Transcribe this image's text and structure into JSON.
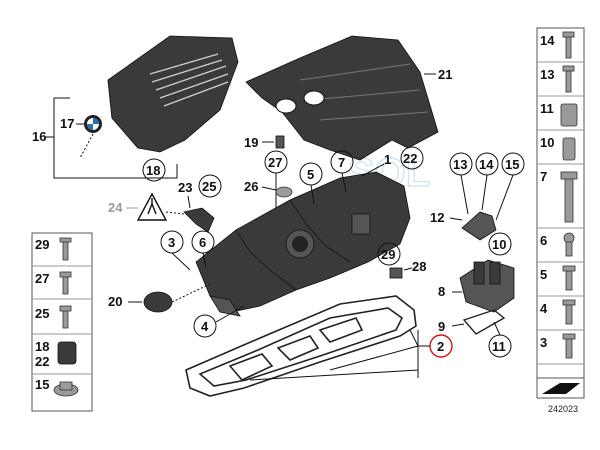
{
  "diagram": {
    "reference_number": "242023",
    "watermark": "SOL",
    "callouts": {
      "c1": "1",
      "c2": "2",
      "c3": "3",
      "c4": "4",
      "c5": "5",
      "c6": "6",
      "c7": "7",
      "c8": "8",
      "c9": "9",
      "c10": "10",
      "c11": "11",
      "c12": "12",
      "c13": "13",
      "c14": "14",
      "c15": "15",
      "c16": "16",
      "c17": "17",
      "c18": "18",
      "c19": "19",
      "c20": "20",
      "c21": "21",
      "c22": "22",
      "c23": "23",
      "c24": "24",
      "c25": "25",
      "c26": "26",
      "c27": "27",
      "c28": "28",
      "c29": "29"
    },
    "right_column": [
      {
        "label": "14"
      },
      {
        "label": "13"
      },
      {
        "label": "11"
      },
      {
        "label": "10"
      },
      {
        "label": "7"
      },
      {
        "label": "6"
      },
      {
        "label": "5"
      },
      {
        "label": "4"
      },
      {
        "label": "3"
      }
    ],
    "left_column": [
      {
        "label": "29"
      },
      {
        "label": "27"
      },
      {
        "label": "25"
      },
      {
        "label": "18"
      },
      {
        "label": "22"
      },
      {
        "label": "15"
      }
    ]
  }
}
